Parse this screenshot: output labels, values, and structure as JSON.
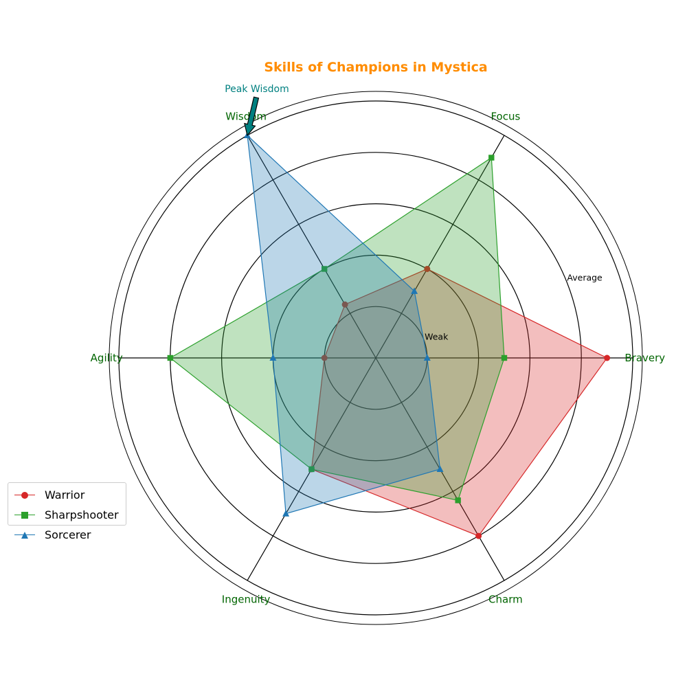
{
  "chart_data": {
    "type": "radar",
    "title": "Skills of Champions in Mystica",
    "axes": [
      "Bravery",
      "Focus",
      "Wisdom",
      "Agility",
      "Ingenuity",
      "Charm"
    ],
    "rlim": [
      0,
      5
    ],
    "radial_ticks": [
      1,
      2,
      3,
      4,
      5
    ],
    "radial_tick_labels": [
      {
        "value": 1,
        "label": "Weak"
      },
      {
        "value": 4,
        "label": "Average"
      }
    ],
    "series": [
      {
        "name": "Warrior",
        "color": "#d62728",
        "marker": "circle",
        "values": [
          4.5,
          2,
          1.2,
          1,
          2.5,
          4
        ]
      },
      {
        "name": "Sharpshooter",
        "color": "#2ca02c",
        "marker": "square",
        "values": [
          2.5,
          4.5,
          2,
          4,
          2.5,
          3.2
        ]
      },
      {
        "name": "Sorcerer",
        "color": "#1f77b4",
        "marker": "triangle",
        "values": [
          1,
          1.5,
          5,
          2,
          3.5,
          2.5
        ]
      }
    ],
    "annotation": {
      "text": "Peak Wisdom",
      "axis": "Wisdom",
      "value": 5,
      "color": "#008080"
    },
    "grid": true,
    "legend": "lower-left"
  }
}
